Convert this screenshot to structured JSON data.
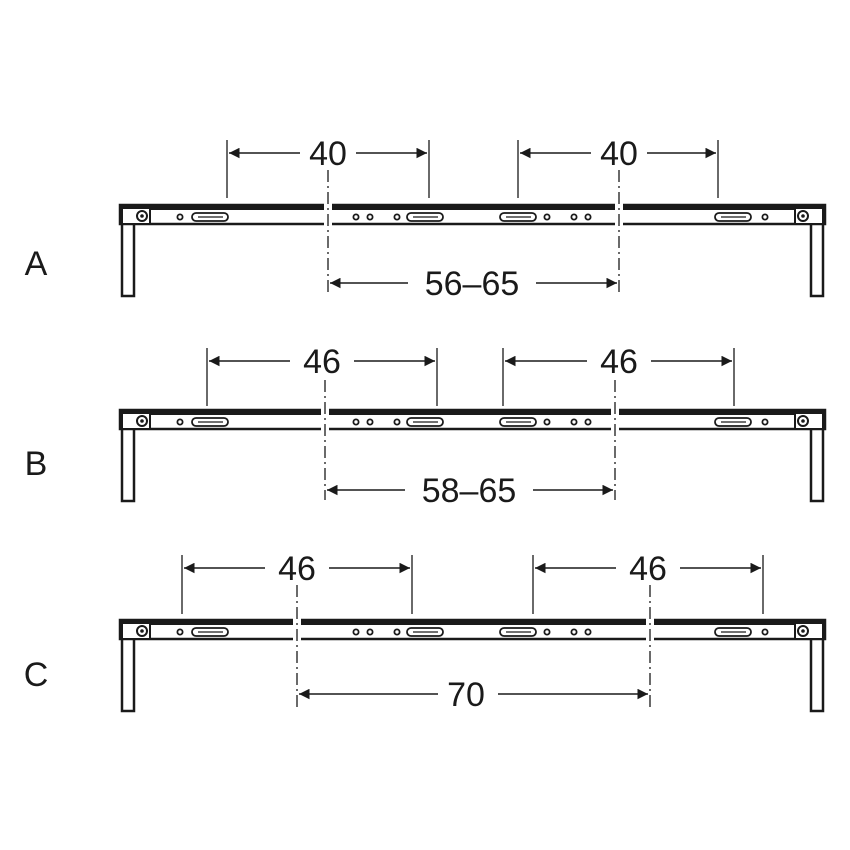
{
  "variants": [
    {
      "label": "A",
      "top_left_dim": "40",
      "top_right_dim": "40",
      "bottom_dim": "56–65"
    },
    {
      "label": "B",
      "top_left_dim": "46",
      "top_right_dim": "46",
      "bottom_dim": "58–65"
    },
    {
      "label": "C",
      "top_left_dim": "46",
      "top_right_dim": "46",
      "bottom_dim": "70"
    }
  ],
  "colors": {
    "line": "#1a1a1a",
    "background": "#ffffff"
  }
}
